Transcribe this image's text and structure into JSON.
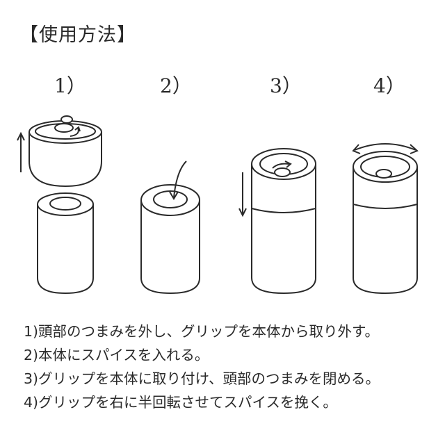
{
  "title": "【使用方法】",
  "steps": [
    {
      "number": "1）"
    },
    {
      "number": "2）"
    },
    {
      "number": "3）"
    },
    {
      "number": "4）"
    }
  ],
  "instructions": [
    "1)頭部のつまみを外し、グリップを本体から取り外す。",
    "2)本体にスパイスを入れる。",
    "3)グリップを本体に取り付け、頭部のつまみを閉める。",
    "4)グリップを右に半回転させてスパイスを挽く。"
  ],
  "icons": [
    "up-arrow-icon",
    "pour-arrow-icon",
    "down-arrow-icon",
    "rotate-arrow-icon"
  ]
}
